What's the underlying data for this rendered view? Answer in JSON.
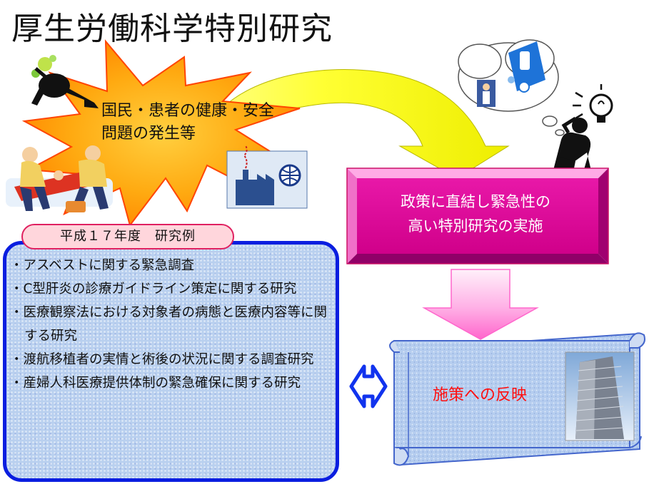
{
  "title": "厚生労働科学特別研究",
  "burst": {
    "line1": "国民・患者の健康・安全",
    "line2": "問題の発生等"
  },
  "policy_box": {
    "line1": "政策に直結し緊急性の",
    "line2": "高い特別研究の実施"
  },
  "reflection_scroll": {
    "label": "施策への反映"
  },
  "examples": {
    "header": "平成１７年度　研究例",
    "items": [
      "アスベストに関する緊急調査",
      "C型肝炎の診療ガイドライン策定に関する研究",
      "医療観察法における対象者の病態と医療内容等に関する研究",
      "渡航移植者の実情と術後の状況に関する調査研究",
      "産婦人科医療提供体制の緊急確保に関する研究"
    ]
  },
  "colors": {
    "burst_orange": "#ff9900",
    "burst_border": "#ff3300",
    "curved_arrow": "#ffff33",
    "policy_magenta": "#e00090",
    "down_arrow": "#ff44cc",
    "scroll_blue": "#a9c8ee",
    "scroll_border": "#4466cc",
    "box_border": "#0a1ee0",
    "double_arrow": "#1133ee",
    "reflect_text": "#ff1010"
  },
  "icons": [
    "hazard-figure-icon",
    "rescue-workers-icon",
    "factory-globe-icon",
    "medicine-thought-icon",
    "thinking-person-lightbulb-icon",
    "office-building-photo"
  ]
}
